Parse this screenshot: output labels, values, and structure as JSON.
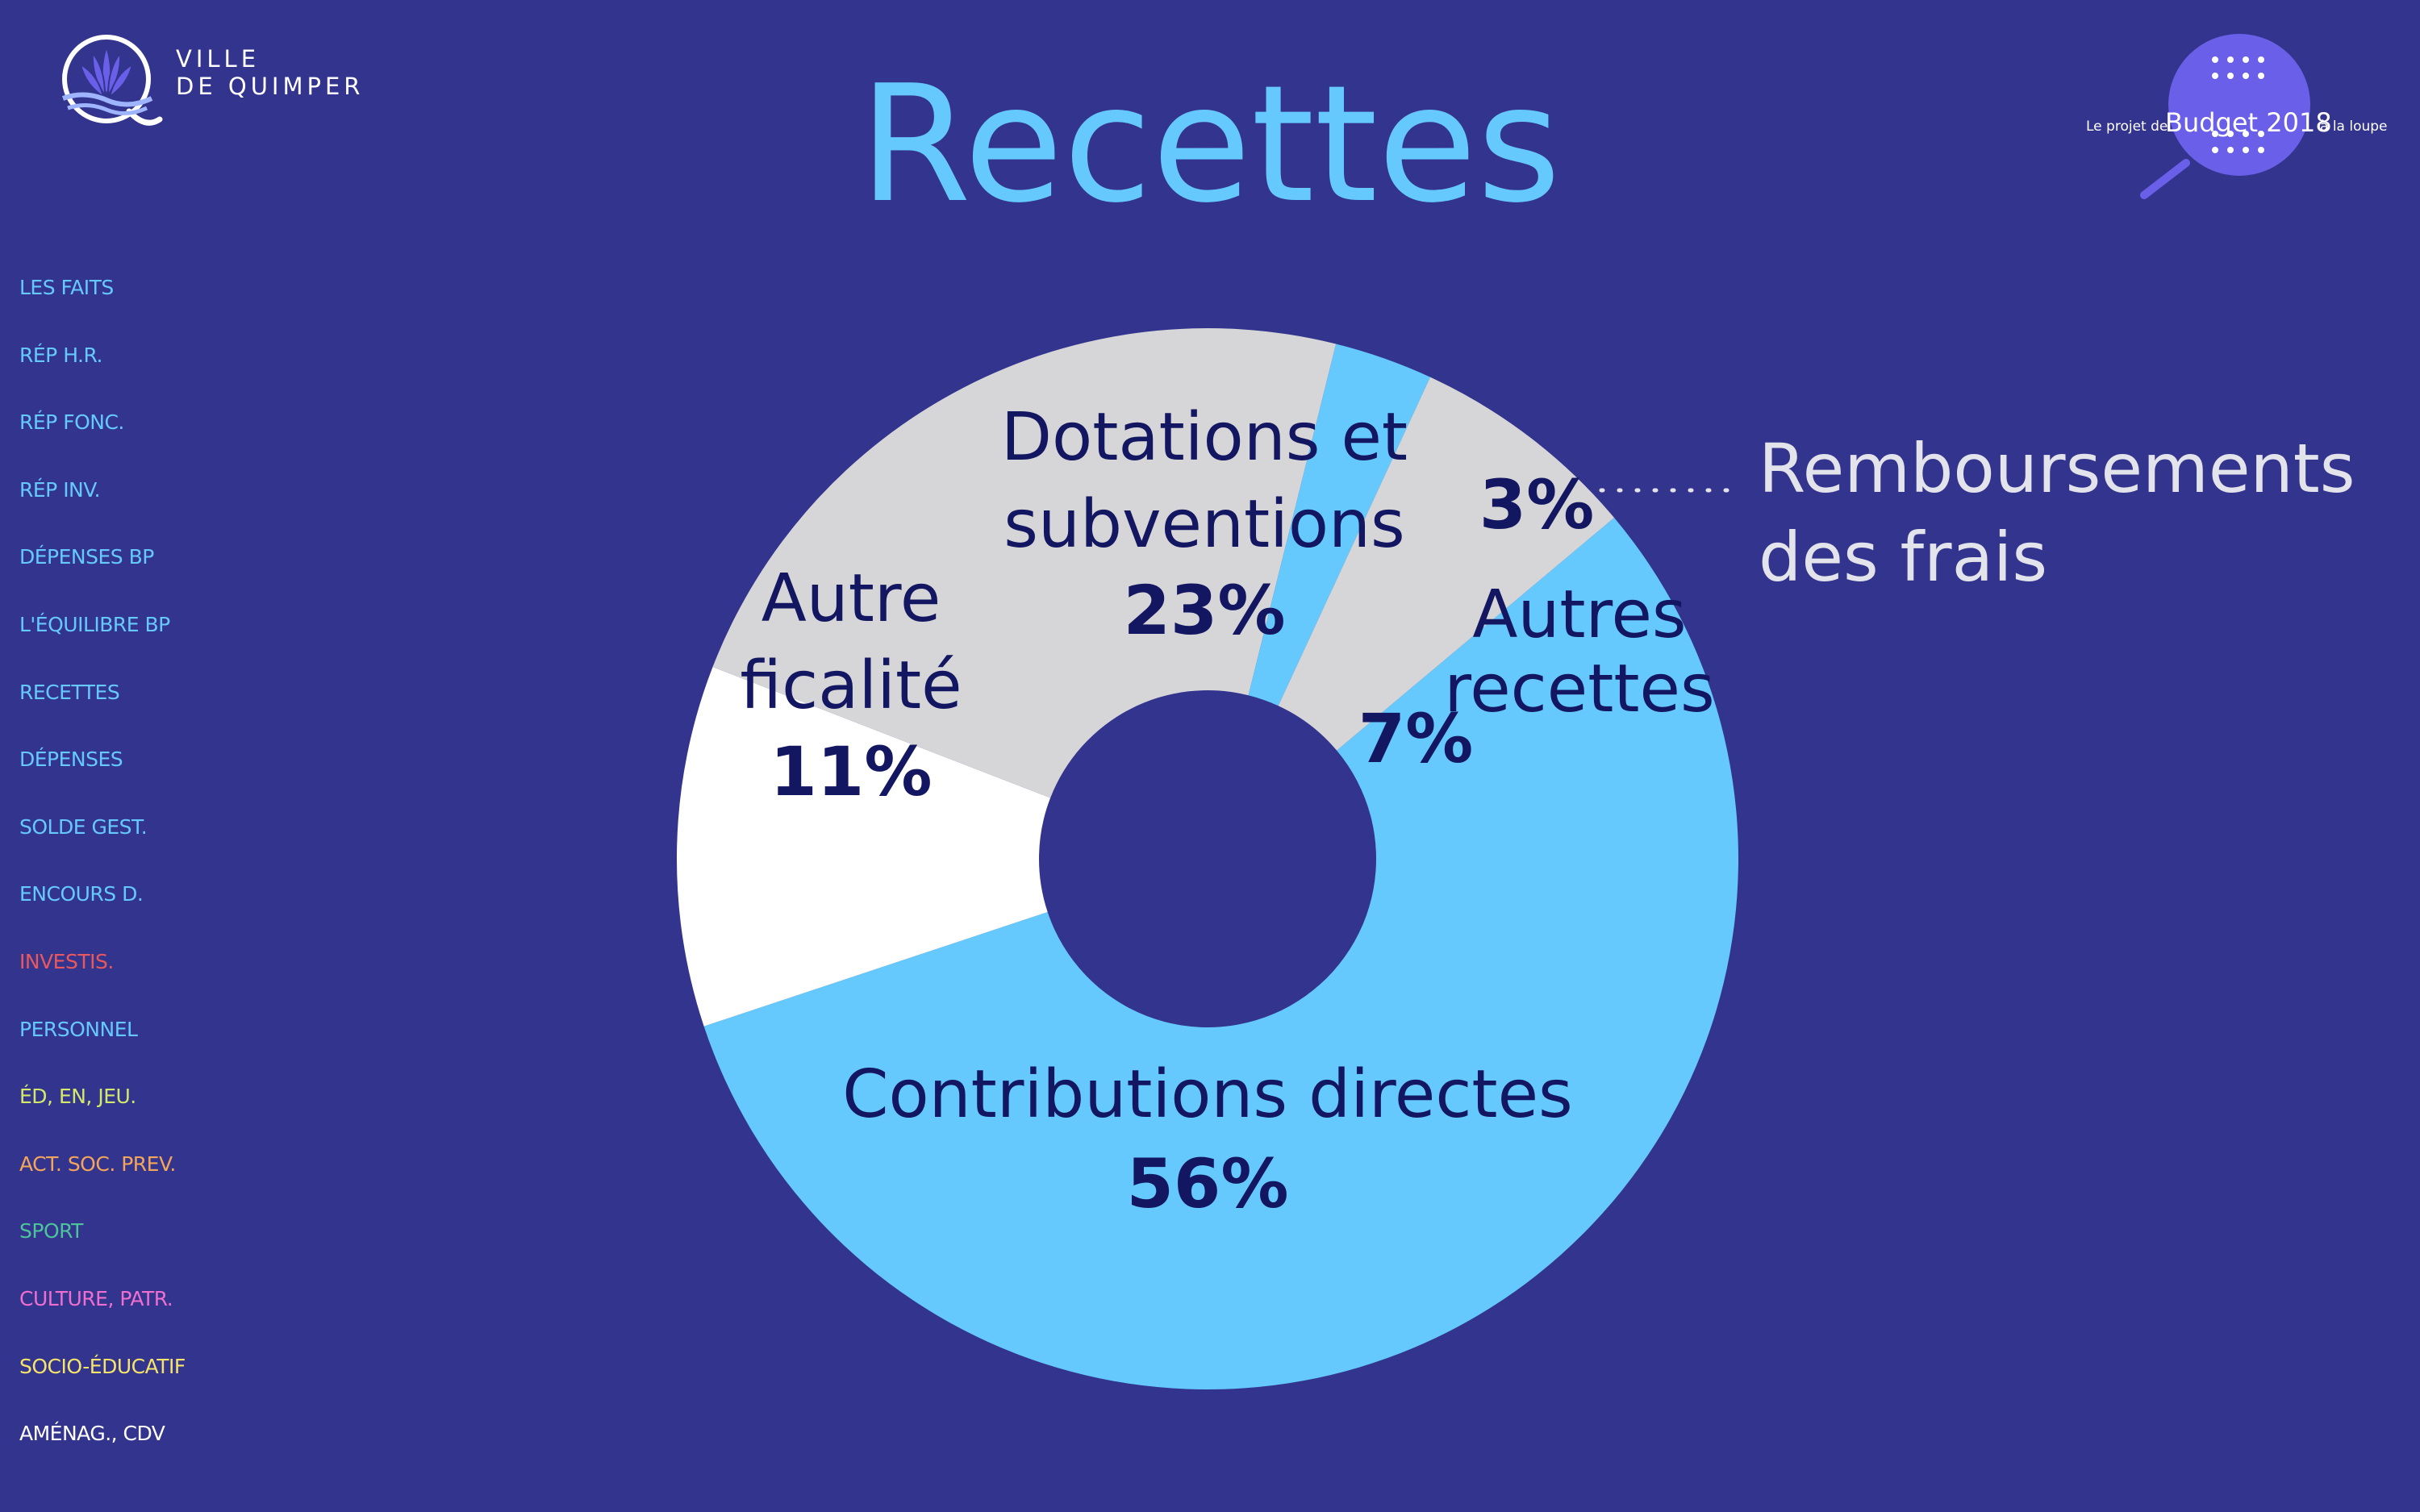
{
  "header": {
    "logo_line1": "VILLE",
    "logo_line2": "DE QUIMPER",
    "title": "Recettes",
    "badge_pre": "Le projet de",
    "badge_main": "Budget 2018",
    "badge_post": "à la loupe"
  },
  "sidebar": {
    "items": [
      {
        "label": "LES FAITS",
        "color": "#66c9fd"
      },
      {
        "label": "RÉP H.R.",
        "color": "#66c9fd"
      },
      {
        "label": "RÉP FONC.",
        "color": "#66c9fd"
      },
      {
        "label": "RÉP INV.",
        "color": "#66c9fd"
      },
      {
        "label": "DÉPENSES BP",
        "color": "#66c9fd"
      },
      {
        "label": "L'ÉQUILIBRE BP",
        "color": "#66c9fd"
      },
      {
        "label": "RECETTES",
        "color": "#66c9fd"
      },
      {
        "label": "DÉPENSES",
        "color": "#66c9fd"
      },
      {
        "label": "SOLDE GEST.",
        "color": "#66c9fd"
      },
      {
        "label": "ENCOURS D.",
        "color": "#66c9fd"
      },
      {
        "label": "INVESTIS.",
        "color": "#e8585e"
      },
      {
        "label": "PERSONNEL",
        "color": "#66c9fd"
      },
      {
        "label": "ÉD, EN, JEU.",
        "color": "#d2e86a"
      },
      {
        "label": "ACT. SOC. PREV.",
        "color": "#f4a55c"
      },
      {
        "label": "SPORT",
        "color": "#4cc39a"
      },
      {
        "label": "CULTURE, PATR.",
        "color": "#ef6fd0"
      },
      {
        "label": "SOCIO-ÉDUCATIF",
        "color": "#f6e46a"
      },
      {
        "label": "AMÉNAG., CDV",
        "color": "#ffffff"
      }
    ]
  },
  "colors": {
    "background": "#33348d",
    "accent": "#66c9fd",
    "grey_segment": "#d6d6d9",
    "white_segment": "#ffffff",
    "label_dark": "#131660"
  },
  "chart_data": {
    "type": "pie",
    "title": "Recettes",
    "donut": true,
    "slices": [
      {
        "label_lines": [
          "Contributions directes"
        ],
        "value": 56,
        "pct_label": "56%",
        "color": "#66c9fd"
      },
      {
        "label_lines": [
          "Autre",
          "ficalité"
        ],
        "value": 11,
        "pct_label": "11%",
        "color": "#ffffff"
      },
      {
        "label_lines": [
          "Dotations et",
          "subventions"
        ],
        "value": 23,
        "pct_label": "23%",
        "color": "#d6d6d9"
      },
      {
        "label_lines": [
          "Remboursements",
          "des frais"
        ],
        "value": 3,
        "pct_label": "3%",
        "color": "#66c9fd",
        "external_label": true
      },
      {
        "label_lines": [
          "Autres",
          "recettes"
        ],
        "value": 7,
        "pct_label": "7%",
        "color": "#d6d6d9"
      }
    ]
  }
}
